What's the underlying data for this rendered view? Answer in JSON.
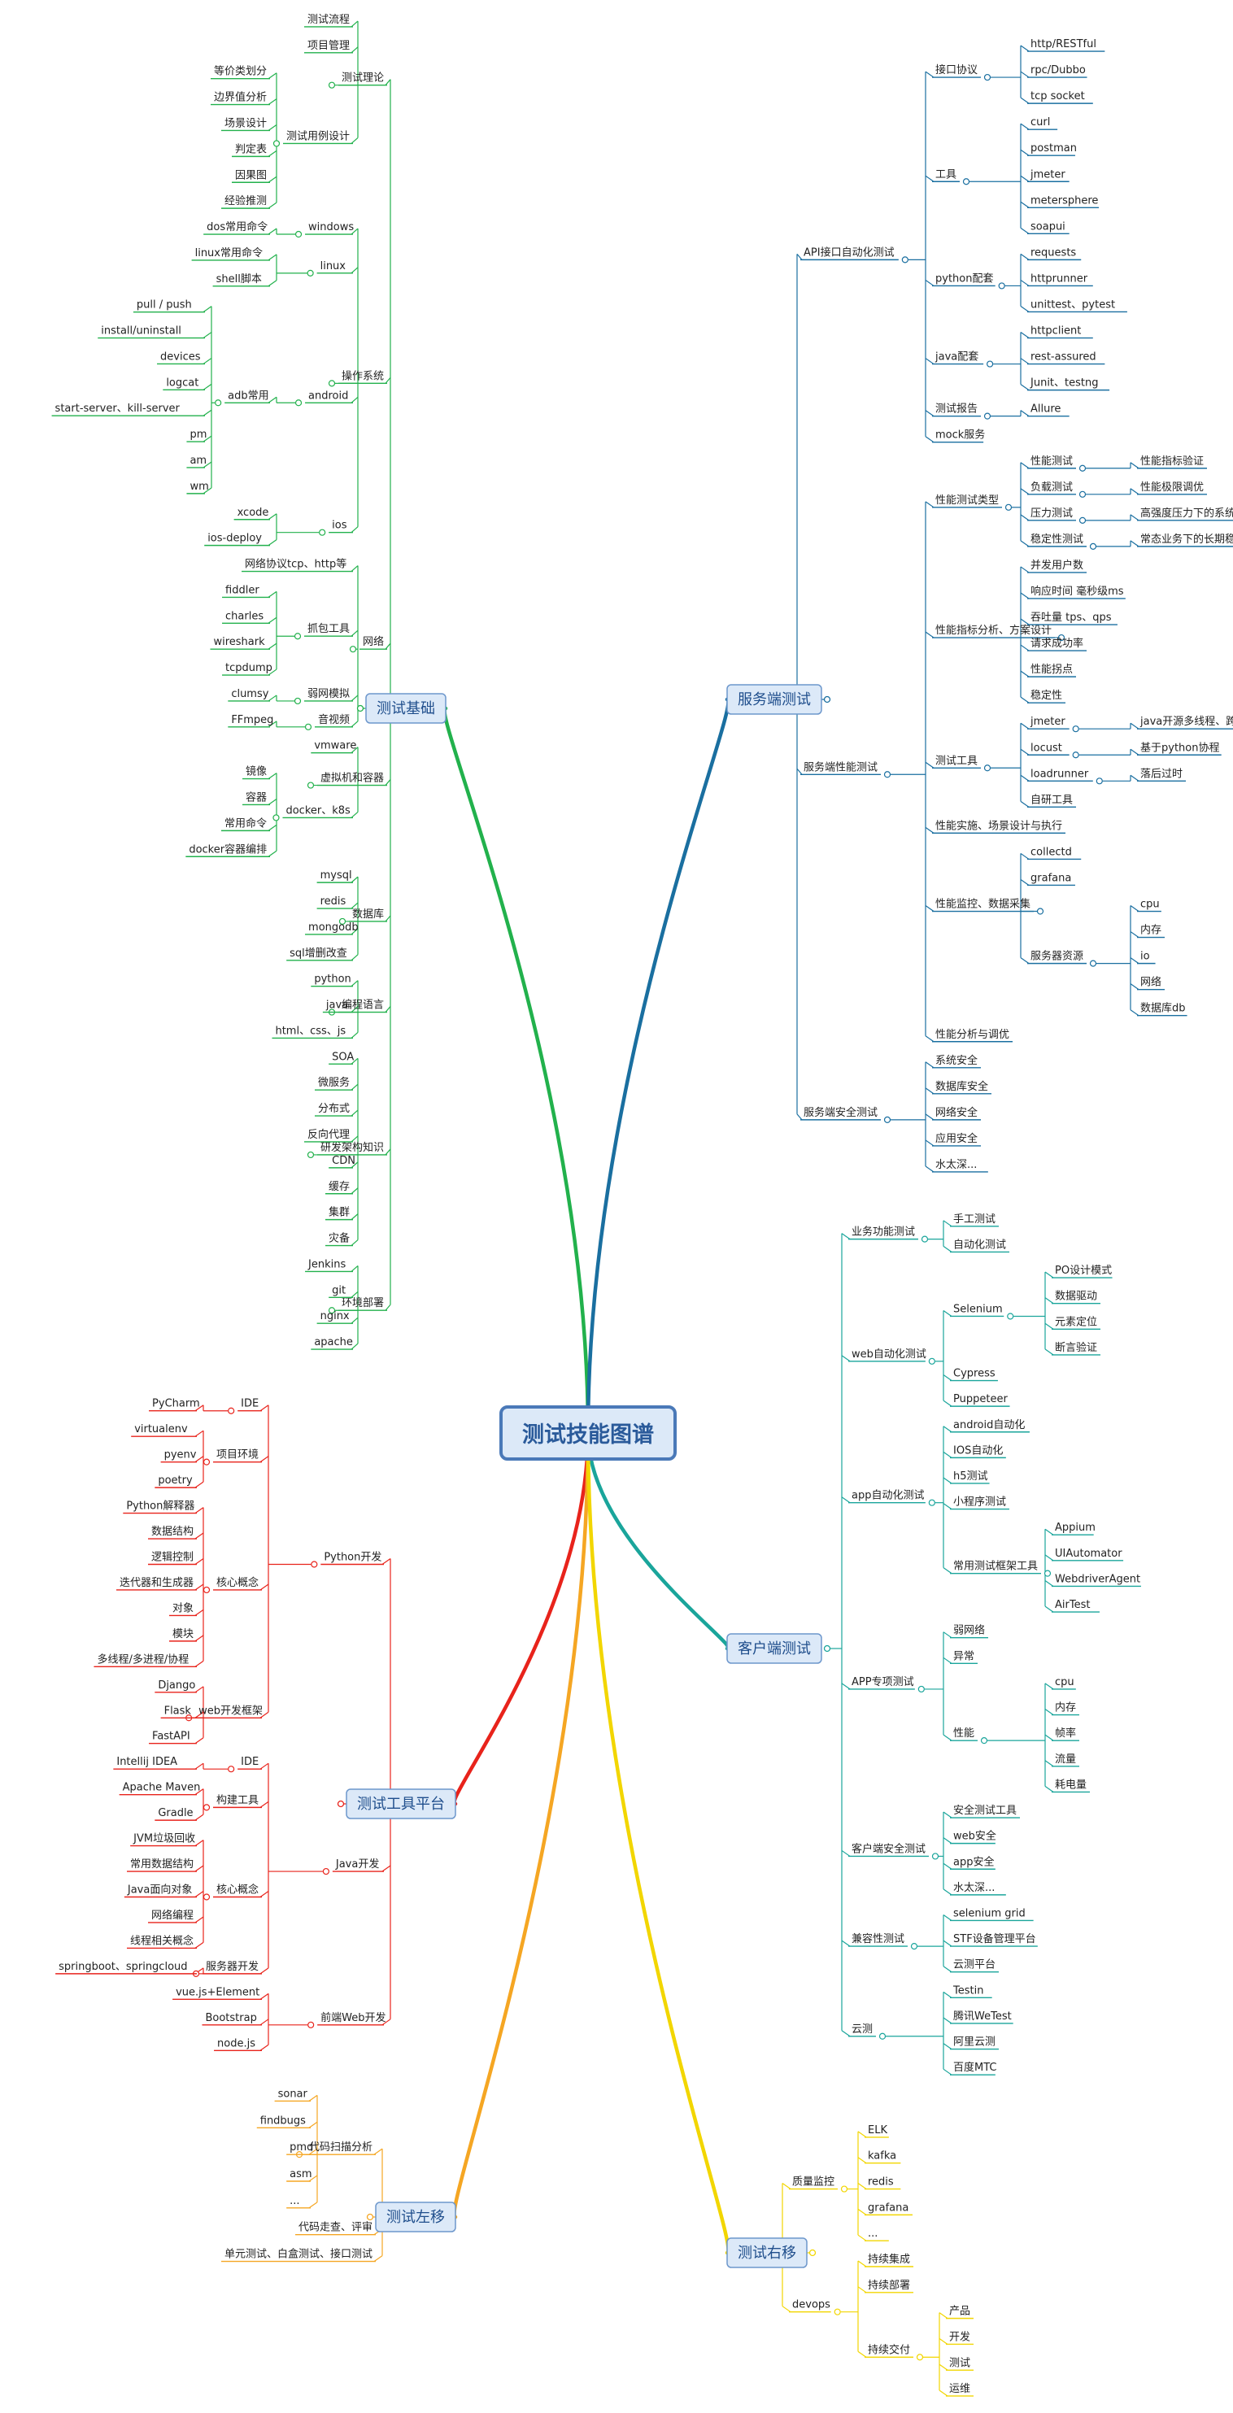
{
  "root": "测试技能图谱",
  "branches": [
    {
      "label": "测试基础",
      "color": "#22b14c",
      "children": [
        {
          "label": "测试理论",
          "children": [
            {
              "label": "测试流程"
            },
            {
              "label": "项目管理"
            },
            {
              "label": "测试用例设计",
              "children": [
                {
                  "label": "等价类划分"
                },
                {
                  "label": "边界值分析"
                },
                {
                  "label": "场景设计"
                },
                {
                  "label": "判定表"
                },
                {
                  "label": "因果图"
                },
                {
                  "label": "经验推测"
                }
              ]
            }
          ]
        },
        {
          "label": "操作系统",
          "children": [
            {
              "label": "windows",
              "children": [
                {
                  "label": "dos常用命令"
                }
              ]
            },
            {
              "label": "linux",
              "children": [
                {
                  "label": "linux常用命令"
                },
                {
                  "label": "shell脚本"
                }
              ]
            },
            {
              "label": "android",
              "children": [
                {
                  "label": "adb常用",
                  "children": [
                    {
                      "label": "pull / push"
                    },
                    {
                      "label": "install/uninstall"
                    },
                    {
                      "label": "devices"
                    },
                    {
                      "label": "logcat"
                    },
                    {
                      "label": "start-server、kill-server"
                    },
                    {
                      "label": "pm"
                    },
                    {
                      "label": "am"
                    },
                    {
                      "label": "wm"
                    }
                  ]
                }
              ]
            },
            {
              "label": "ios",
              "children": [
                {
                  "label": "xcode"
                },
                {
                  "label": "ios-deploy"
                }
              ]
            }
          ]
        },
        {
          "label": "网络",
          "children": [
            {
              "label": "网络协议tcp、http等"
            },
            {
              "label": "抓包工具",
              "children": [
                {
                  "label": "fiddler"
                },
                {
                  "label": "charles"
                },
                {
                  "label": "wireshark"
                },
                {
                  "label": "tcpdump"
                }
              ]
            },
            {
              "label": "弱网模拟",
              "children": [
                {
                  "label": "clumsy"
                }
              ]
            },
            {
              "label": "音视频",
              "children": [
                {
                  "label": "FFmpeg"
                }
              ]
            }
          ]
        },
        {
          "label": "虚拟机和容器",
          "children": [
            {
              "label": "vmware"
            },
            {
              "label": "docker、k8s",
              "children": [
                {
                  "label": "镜像"
                },
                {
                  "label": "容器"
                },
                {
                  "label": "常用命令"
                },
                {
                  "label": "docker容器编排"
                }
              ]
            }
          ]
        },
        {
          "label": "数据库",
          "children": [
            {
              "label": "mysql"
            },
            {
              "label": "redis"
            },
            {
              "label": "mongodb"
            },
            {
              "label": "sql增删改查"
            }
          ]
        },
        {
          "label": "编程语言",
          "children": [
            {
              "label": "python"
            },
            {
              "label": "java"
            },
            {
              "label": "html、css、js"
            }
          ]
        },
        {
          "label": "研发架构知识",
          "children": [
            {
              "label": "SOA"
            },
            {
              "label": "微服务"
            },
            {
              "label": "分布式"
            },
            {
              "label": "反向代理"
            },
            {
              "label": "CDN"
            },
            {
              "label": "缓存"
            },
            {
              "label": "集群"
            },
            {
              "label": "灾备"
            }
          ]
        },
        {
          "label": "环境部署",
          "children": [
            {
              "label": "Jenkins"
            },
            {
              "label": "git"
            },
            {
              "label": "nginx"
            },
            {
              "label": "apache"
            }
          ]
        }
      ]
    },
    {
      "label": "测试工具平台",
      "color": "#e8231b",
      "children": [
        {
          "label": "Python开发",
          "children": [
            {
              "label": "IDE",
              "children": [
                {
                  "label": "PyCharm"
                }
              ]
            },
            {
              "label": "项目环境",
              "children": [
                {
                  "label": "virtualenv"
                },
                {
                  "label": "pyenv"
                },
                {
                  "label": "poetry"
                }
              ]
            },
            {
              "label": "核心概念",
              "children": [
                {
                  "label": "Python解释器"
                },
                {
                  "label": "数据结构"
                },
                {
                  "label": "逻辑控制"
                },
                {
                  "label": "迭代器和生成器"
                },
                {
                  "label": "对象"
                },
                {
                  "label": "模块"
                },
                {
                  "label": "多线程/多进程/协程"
                }
              ]
            },
            {
              "label": "web开发框架",
              "children": [
                {
                  "label": "Django"
                },
                {
                  "label": "Flask"
                },
                {
                  "label": "FastAPI"
                }
              ]
            }
          ]
        },
        {
          "label": "Java开发",
          "children": [
            {
              "label": "IDE",
              "children": [
                {
                  "label": "Intellij IDEA"
                }
              ]
            },
            {
              "label": "构建工具",
              "children": [
                {
                  "label": "Apache Maven"
                },
                {
                  "label": "Gradle"
                }
              ]
            },
            {
              "label": "核心概念",
              "children": [
                {
                  "label": "JVM垃圾回收"
                },
                {
                  "label": "常用数据结构"
                },
                {
                  "label": "Java面向对象"
                },
                {
                  "label": "网络编程"
                },
                {
                  "label": "线程相关概念"
                }
              ]
            },
            {
              "label": "服务器开发",
              "children": [
                {
                  "label": "springboot、springcloud"
                }
              ]
            }
          ]
        },
        {
          "label": "前端Web开发",
          "children": [
            {
              "label": "vue.js+Element"
            },
            {
              "label": "Bootstrap"
            },
            {
              "label": "node.js"
            }
          ]
        }
      ]
    },
    {
      "label": "测试左移",
      "color": "#f5a623",
      "children": [
        {
          "label": "代码扫描分析",
          "children": [
            {
              "label": "sonar"
            },
            {
              "label": "findbugs"
            },
            {
              "label": "pmd"
            },
            {
              "label": "asm"
            },
            {
              "label": "..."
            }
          ]
        },
        {
          "label": "代码走查、评审"
        },
        {
          "label": "单元测试、白盒测试、接口测试"
        }
      ]
    },
    {
      "label": "服务端测试",
      "color": "#1a6fa0",
      "children": [
        {
          "label": "API接口自动化测试",
          "children": [
            {
              "label": "接口协议",
              "children": [
                {
                  "label": "http/RESTful"
                },
                {
                  "label": "rpc/Dubbo"
                },
                {
                  "label": "tcp socket"
                }
              ]
            },
            {
              "label": "工具",
              "children": [
                {
                  "label": "curl"
                },
                {
                  "label": "postman"
                },
                {
                  "label": "jmeter"
                },
                {
                  "label": "metersphere"
                },
                {
                  "label": "soapui"
                }
              ]
            },
            {
              "label": "python配套",
              "children": [
                {
                  "label": "requests"
                },
                {
                  "label": "httprunner"
                },
                {
                  "label": "unittest、pytest"
                }
              ]
            },
            {
              "label": "java配套",
              "children": [
                {
                  "label": "httpclient"
                },
                {
                  "label": "rest-assured"
                },
                {
                  "label": "Junit、testng"
                }
              ]
            },
            {
              "label": "测试报告",
              "children": [
                {
                  "label": "Allure"
                }
              ]
            },
            {
              "label": "mock服务"
            }
          ]
        },
        {
          "label": "服务端性能测试",
          "children": [
            {
              "label": "性能测试类型",
              "children": [
                {
                  "label": "性能测试",
                  "children": [
                    {
                      "label": "性能指标验证"
                    }
                  ]
                },
                {
                  "label": "负载测试",
                  "children": [
                    {
                      "label": "性能极限调优"
                    }
                  ]
                },
                {
                  "label": "压力测试",
                  "children": [
                    {
                      "label": "高强度压力下的系统稳定"
                    }
                  ]
                },
                {
                  "label": "稳定性测试",
                  "children": [
                    {
                      "label": "常态业务下的长期稳定"
                    }
                  ]
                }
              ]
            },
            {
              "label": "性能指标分析、方案设计",
              "children": [
                {
                  "label": "并发用户数"
                },
                {
                  "label": "响应时间 毫秒级ms"
                },
                {
                  "label": "吞吐量 tps、qps"
                },
                {
                  "label": "请求成功率"
                },
                {
                  "label": "性能拐点"
                },
                {
                  "label": "稳定性"
                }
              ]
            },
            {
              "label": "测试工具",
              "children": [
                {
                  "label": "jmeter",
                  "children": [
                    {
                      "label": "java开源多线程、跨平台"
                    }
                  ]
                },
                {
                  "label": "locust",
                  "children": [
                    {
                      "label": "基于python协程"
                    }
                  ]
                },
                {
                  "label": "loadrunner",
                  "children": [
                    {
                      "label": "落后过时"
                    }
                  ]
                },
                {
                  "label": "自研工具"
                }
              ]
            },
            {
              "label": "性能实施、场景设计与执行"
            },
            {
              "label": "性能监控、数据采集",
              "children": [
                {
                  "label": "collectd"
                },
                {
                  "label": "grafana"
                },
                {
                  "label": "服务器资源",
                  "children": [
                    {
                      "label": "cpu"
                    },
                    {
                      "label": "内存"
                    },
                    {
                      "label": "io"
                    },
                    {
                      "label": "网络"
                    },
                    {
                      "label": "数据库db"
                    }
                  ]
                }
              ]
            },
            {
              "label": "性能分析与调优"
            }
          ]
        },
        {
          "label": "服务端安全测试",
          "children": [
            {
              "label": "系统安全"
            },
            {
              "label": "数据库安全"
            },
            {
              "label": "网络安全"
            },
            {
              "label": "应用安全"
            },
            {
              "label": "水太深..."
            }
          ]
        }
      ]
    },
    {
      "label": "客户端测试",
      "color": "#1aa59b",
      "children": [
        {
          "label": "业务功能测试",
          "children": [
            {
              "label": "手工测试"
            },
            {
              "label": "自动化测试"
            }
          ]
        },
        {
          "label": "web自动化测试",
          "children": [
            {
              "label": "Selenium",
              "children": [
                {
                  "label": "PO设计模式"
                },
                {
                  "label": "数据驱动"
                },
                {
                  "label": "元素定位"
                },
                {
                  "label": "断言验证"
                }
              ]
            },
            {
              "label": "Cypress"
            },
            {
              "label": "Puppeteer"
            }
          ]
        },
        {
          "label": "app自动化测试",
          "children": [
            {
              "label": "android自动化"
            },
            {
              "label": "IOS自动化"
            },
            {
              "label": "h5测试"
            },
            {
              "label": "小程序测试"
            },
            {
              "label": "常用测试框架工具",
              "children": [
                {
                  "label": "Appium"
                },
                {
                  "label": "UIAutomator"
                },
                {
                  "label": "WebdriverAgent"
                },
                {
                  "label": "AirTest"
                }
              ]
            }
          ]
        },
        {
          "label": "APP专项测试",
          "children": [
            {
              "label": "弱网络"
            },
            {
              "label": "异常"
            },
            {
              "label": "性能",
              "children": [
                {
                  "label": "cpu"
                },
                {
                  "label": "内存"
                },
                {
                  "label": "帧率"
                },
                {
                  "label": "流量"
                },
                {
                  "label": "耗电量"
                }
              ]
            }
          ]
        },
        {
          "label": "客户端安全测试",
          "children": [
            {
              "label": "安全测试工具"
            },
            {
              "label": "web安全"
            },
            {
              "label": "app安全"
            },
            {
              "label": "水太深..."
            }
          ]
        },
        {
          "label": "兼容性测试",
          "children": [
            {
              "label": "selenium grid"
            },
            {
              "label": "STF设备管理平台"
            },
            {
              "label": "云测平台"
            }
          ]
        },
        {
          "label": "云测",
          "children": [
            {
              "label": "Testin"
            },
            {
              "label": "腾讯WeTest"
            },
            {
              "label": "阿里云测"
            },
            {
              "label": "百度MTC"
            }
          ]
        }
      ]
    },
    {
      "label": "测试右移",
      "color": "#f2d600",
      "children": [
        {
          "label": "质量监控",
          "children": [
            {
              "label": "ELK"
            },
            {
              "label": "kafka"
            },
            {
              "label": "redis"
            },
            {
              "label": "grafana"
            },
            {
              "label": "..."
            }
          ]
        },
        {
          "label": "devops",
          "children": [
            {
              "label": "持续集成"
            },
            {
              "label": "持续部署"
            },
            {
              "label": "持续交付",
              "children": [
                {
                  "label": "产品"
                },
                {
                  "label": "开发"
                },
                {
                  "label": "测试"
                },
                {
                  "label": "运维"
                }
              ]
            }
          ]
        }
      ]
    }
  ]
}
